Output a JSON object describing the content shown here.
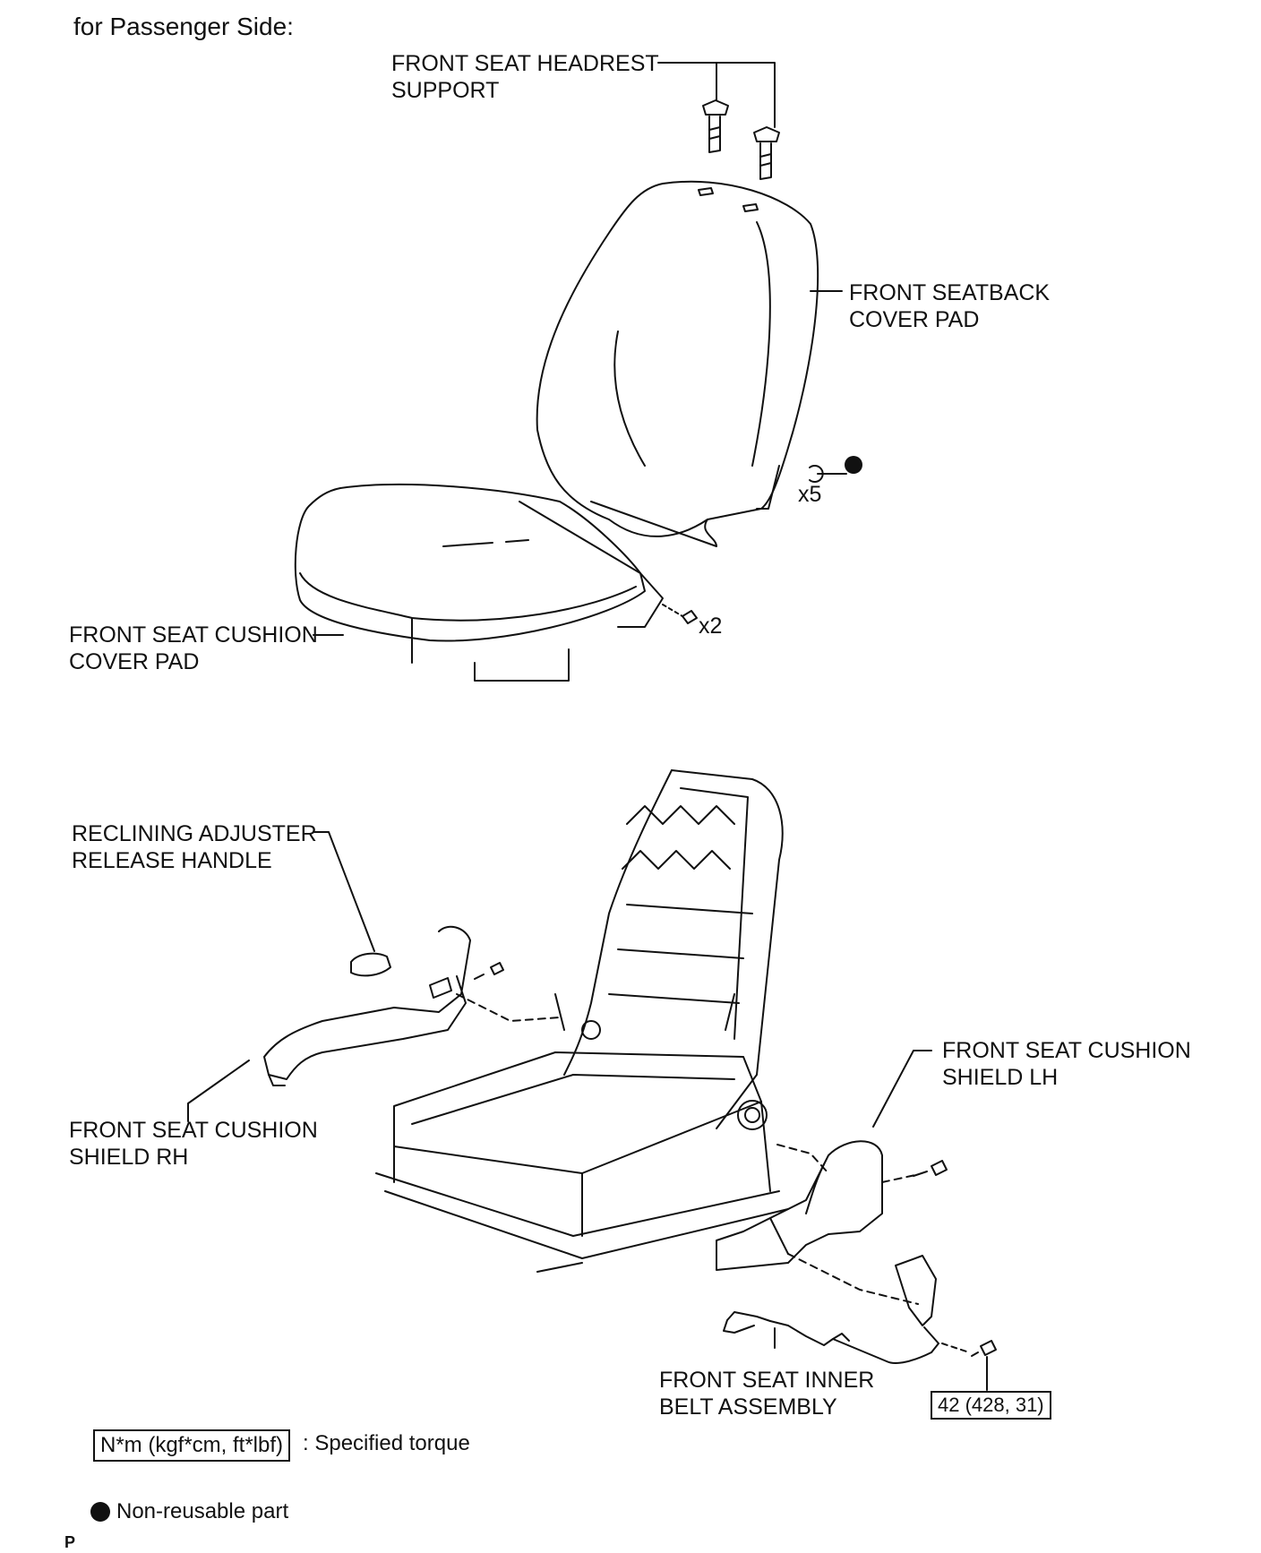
{
  "title": "for Passenger Side:",
  "labels": {
    "headrest_support": [
      "FRONT SEAT HEADREST",
      "SUPPORT"
    ],
    "seatback_cover_pad": [
      "FRONT SEATBACK",
      "COVER PAD"
    ],
    "cushion_cover_pad": [
      "FRONT SEAT CUSHION",
      "COVER PAD"
    ],
    "reclining_handle": [
      "RECLINING ADJUSTER",
      "RELEASE HANDLE"
    ],
    "cushion_shield_rh": [
      "FRONT SEAT CUSHION",
      "SHIELD RH"
    ],
    "cushion_shield_lh": [
      "FRONT SEAT CUSHION",
      "SHIELD LH"
    ],
    "inner_belt": [
      "FRONT SEAT INNER",
      "BELT ASSEMBLY"
    ]
  },
  "quantities": {
    "hog_ring": "x5",
    "clip": "x2"
  },
  "torque_value": "42 (428, 31)",
  "legend": {
    "torque_box": "N*m (kgf*cm, ft*lbf)",
    "torque_text": ": Specified torque",
    "nonreusable_text": "Non-reusable part"
  },
  "page_mark": "P"
}
